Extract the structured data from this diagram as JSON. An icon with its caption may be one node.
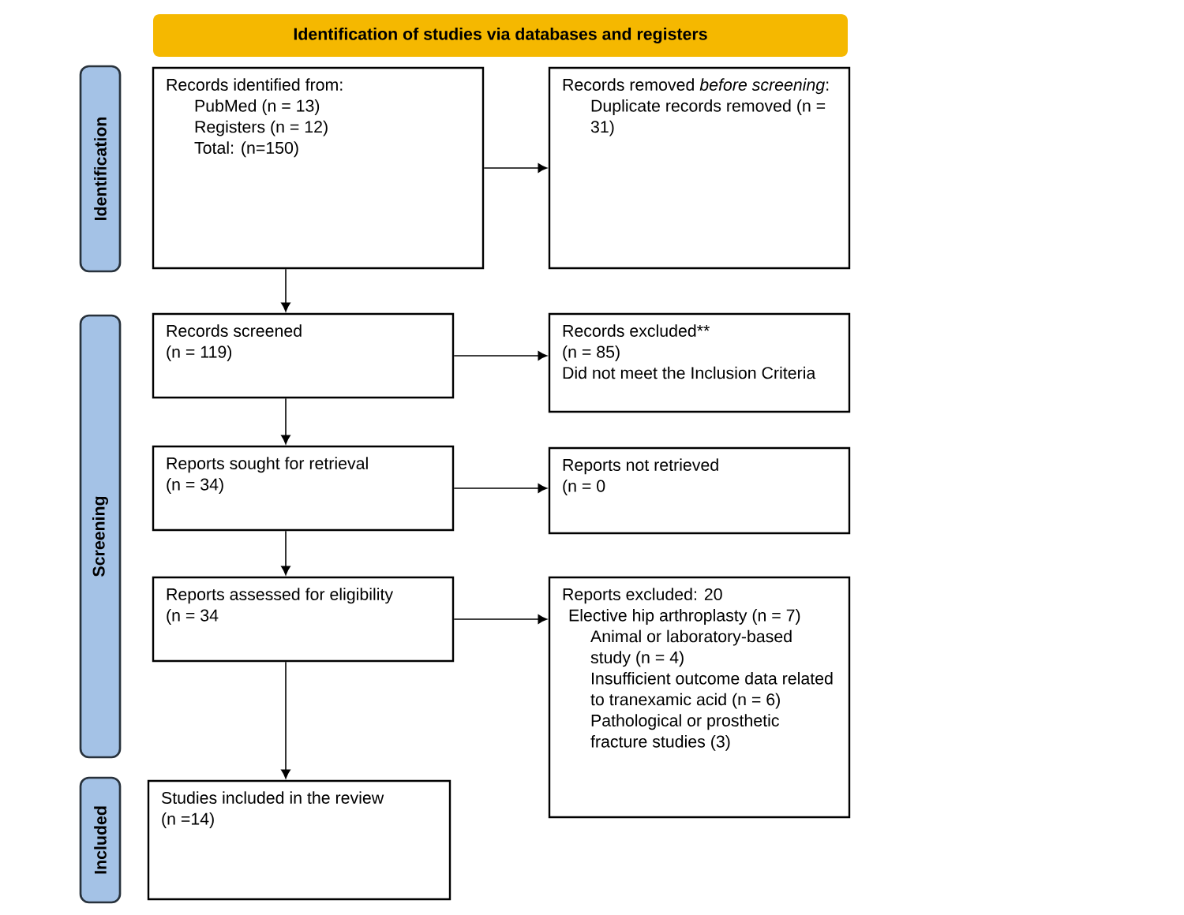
{
  "diagram": {
    "nodes": [
      {
        "text": [
          "Identification of studies via databases and registers"
        ]
      },
      {
        "text": [
          "Identification"
        ]
      },
      {
        "text": [
          "Screening"
        ]
      },
      {
        "text": [
          "Included"
        ]
      },
      {
        "text": [
          "Records identified from:",
          "PubMed (n = 13)",
          "Registers (n = 12)",
          "Total: (n=150)"
        ]
      },
      {
        "text": [
          "Records removed *before screening*:",
          "Duplicate records removed (n = 31)"
        ]
      },
      {
        "text": [
          "Records screened",
          "(n = 119)"
        ]
      },
      {
        "text": [
          "Records excluded**",
          "(n = 85)",
          "Did not meet the Inclusion Criteria"
        ]
      },
      {
        "text": [
          "Reports sought for retrieval",
          "(n = 34)"
        ]
      },
      {
        "text": [
          "Reports not retrieved",
          "(n = 0"
        ]
      },
      {
        "text": [
          "Reports assessed for eligibility",
          "(n = 34"
        ]
      },
      {
        "text": [
          "Reports excluded: 20",
          "Elective hip arthroplasty (n = 7)",
          "Animal or laboratory-based study (n = 4)",
          "Insufficient outcome data related to tranexamic acid (n = 6)",
          "Pathological or prosthetic fracture studies (3)"
        ]
      },
      {
        "text": [
          "Studies included in the review",
          "(n =14)"
        ]
      }
    ],
    "edges": [
      {
        "from": 4,
        "to": 5,
        "arrow": "to"
      },
      {
        "from": 4,
        "to": 6,
        "arrow": "to"
      },
      {
        "from": 6,
        "to": 7,
        "arrow": "to"
      },
      {
        "from": 6,
        "to": 8,
        "arrow": "to"
      },
      {
        "from": 8,
        "to": 9,
        "arrow": "to"
      },
      {
        "from": 8,
        "to": 10,
        "arrow": "to"
      },
      {
        "from": 10,
        "to": 11,
        "arrow": "to"
      },
      {
        "from": 10,
        "to": 12,
        "arrow": "to"
      }
    ]
  }
}
